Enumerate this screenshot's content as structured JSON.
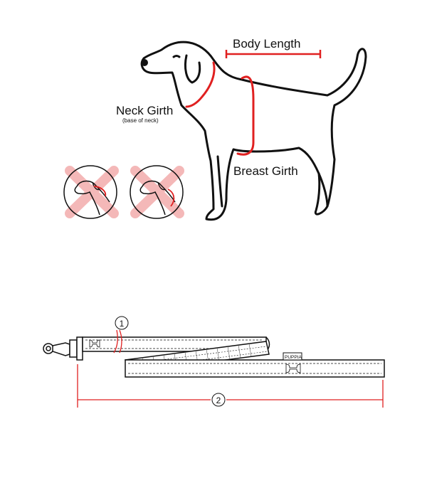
{
  "dog_diagram": {
    "body_length_label": "Body Length",
    "neck_girth_label": "Neck Girth",
    "neck_girth_note": "(base of neck)",
    "breast_girth_label": "Breast Girth"
  },
  "leash_diagram": {
    "marker_1": "1",
    "marker_2": "2",
    "brand_tag": "PUPPIA"
  },
  "colors": {
    "outline": "#111111",
    "measure": "#e02020",
    "cross": "#f4b8b8"
  }
}
